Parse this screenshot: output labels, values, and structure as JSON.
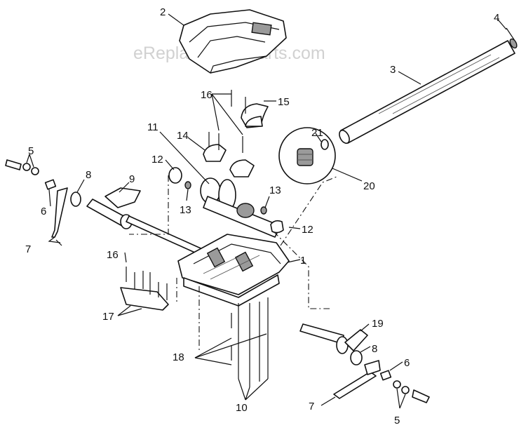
{
  "watermark": "eReplacementParts.com",
  "callouts": {
    "c1": "1",
    "c2": "2",
    "c3": "3",
    "c4": "4",
    "c5a": "5",
    "c5b": "5",
    "c6a": "6",
    "c6b": "6",
    "c7a": "7",
    "c7b": "7",
    "c8a": "8",
    "c8b": "8",
    "c9": "9",
    "c10": "10",
    "c11": "11",
    "c12a": "12",
    "c12b": "12",
    "c13a": "13",
    "c13b": "13",
    "c14": "14",
    "c15": "15",
    "c16a": "16",
    "c16b": "16",
    "c17": "17",
    "c18": "18",
    "c19": "19",
    "c20": "20",
    "c21": "21"
  }
}
